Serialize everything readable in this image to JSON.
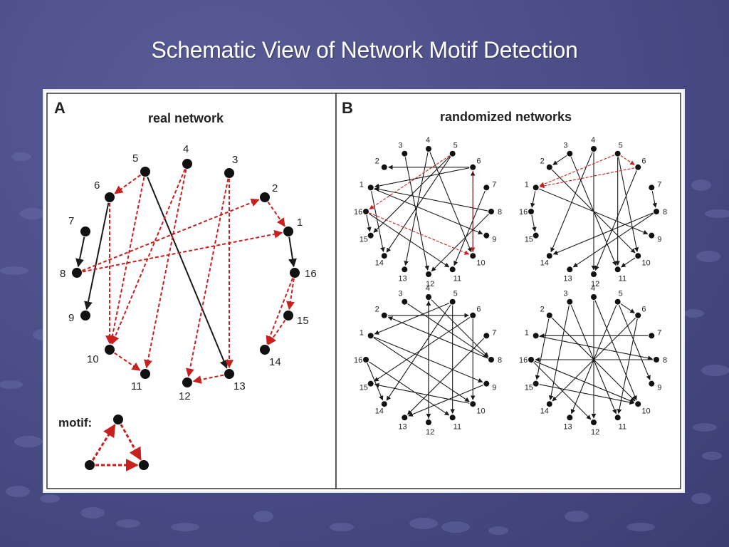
{
  "slide": {
    "title": "Schematic View of Network Motif Detection"
  },
  "colors": {
    "edge_black": "#1a1a1a",
    "edge_motif_red": "#c8201e",
    "node": "#111111",
    "panel_border": "#333333"
  },
  "panel_a": {
    "letter": "A",
    "heading": "real network",
    "motif_label": "motif:",
    "node_labels": [
      "1",
      "2",
      "3",
      "4",
      "5",
      "6",
      "7",
      "8",
      "9",
      "10",
      "11",
      "12",
      "13",
      "14",
      "15",
      "16"
    ],
    "edges_black": [
      [
        5,
        13
      ],
      [
        7,
        8
      ],
      [
        6,
        9
      ],
      [
        1,
        16
      ]
    ],
    "edges_red": [
      [
        5,
        6
      ],
      [
        5,
        10
      ],
      [
        6,
        10
      ],
      [
        2,
        1
      ],
      [
        8,
        2
      ],
      [
        8,
        1
      ],
      [
        4,
        10
      ],
      [
        4,
        11
      ],
      [
        3,
        12
      ],
      [
        3,
        13
      ],
      [
        13,
        12
      ],
      [
        10,
        11
      ],
      [
        16,
        15
      ],
      [
        16,
        14
      ],
      [
        15,
        14
      ]
    ]
  },
  "panel_b": {
    "letter": "B",
    "heading": "randomized networks",
    "networks": [
      {
        "node_labels": [
          "1",
          "2",
          "3",
          "4",
          "5",
          "6",
          "7",
          "8",
          "9",
          "10",
          "11",
          "12",
          "13",
          "14",
          "15",
          "16"
        ],
        "edges_black": [
          [
            6,
            2
          ],
          [
            6,
            1
          ],
          [
            4,
            13
          ],
          [
            3,
            12
          ],
          [
            1,
            9
          ],
          [
            1,
            14
          ],
          [
            8,
            1
          ],
          [
            7,
            11
          ],
          [
            5,
            15
          ],
          [
            5,
            14
          ],
          [
            16,
            15
          ],
          [
            8,
            12
          ],
          [
            10,
            6
          ],
          [
            4,
            10
          ],
          [
            16,
            11
          ]
        ],
        "edges_red": [
          [
            5,
            16
          ],
          [
            6,
            10
          ],
          [
            16,
            10
          ]
        ]
      },
      {
        "node_labels": [
          "1",
          "2",
          "3",
          "4",
          "5",
          "6",
          "7",
          "8",
          "9",
          "10",
          "11",
          "12",
          "13",
          "14",
          "15",
          "16"
        ],
        "edges_black": [
          [
            3,
            2
          ],
          [
            7,
            8
          ],
          [
            8,
            14
          ],
          [
            8,
            13
          ],
          [
            4,
            12
          ],
          [
            4,
            14
          ],
          [
            5,
            10
          ],
          [
            5,
            11
          ],
          [
            16,
            15
          ],
          [
            1,
            9
          ],
          [
            1,
            16
          ],
          [
            6,
            12
          ],
          [
            2,
            10
          ],
          [
            3,
            11
          ],
          [
            10,
            11
          ]
        ],
        "edges_red": [
          [
            5,
            6
          ],
          [
            5,
            1
          ],
          [
            6,
            1
          ]
        ]
      },
      {
        "node_labels": [
          "1",
          "2",
          "3",
          "4",
          "5",
          "6",
          "7",
          "8",
          "9",
          "10",
          "11",
          "12",
          "13",
          "14",
          "15",
          "16"
        ],
        "edges_black": [
          [
            2,
            6
          ],
          [
            3,
            8
          ],
          [
            4,
            12
          ],
          [
            5,
            11
          ],
          [
            5,
            14
          ],
          [
            6,
            15
          ],
          [
            7,
            13
          ],
          [
            1,
            10
          ],
          [
            1,
            9
          ],
          [
            8,
            2
          ],
          [
            16,
            11
          ],
          [
            16,
            14
          ],
          [
            10,
            15
          ],
          [
            12,
            4
          ],
          [
            9,
            13
          ],
          [
            4,
            8
          ],
          [
            6,
            10
          ],
          [
            5,
            1
          ]
        ],
        "edges_red": []
      },
      {
        "node_labels": [
          "1",
          "2",
          "3",
          "4",
          "5",
          "6",
          "7",
          "8",
          "9",
          "10",
          "11",
          "12",
          "13",
          "14",
          "15",
          "16"
        ],
        "edges_black": [
          [
            7,
            1
          ],
          [
            2,
            10
          ],
          [
            3,
            11
          ],
          [
            4,
            10
          ],
          [
            4,
            12
          ],
          [
            5,
            6
          ],
          [
            5,
            9
          ],
          [
            8,
            16
          ],
          [
            16,
            10
          ],
          [
            1,
            8
          ],
          [
            6,
            14
          ],
          [
            2,
            15
          ],
          [
            3,
            14
          ],
          [
            5,
            13
          ],
          [
            6,
            11
          ],
          [
            15,
            10
          ],
          [
            16,
            12
          ]
        ],
        "edges_red": []
      }
    ]
  }
}
